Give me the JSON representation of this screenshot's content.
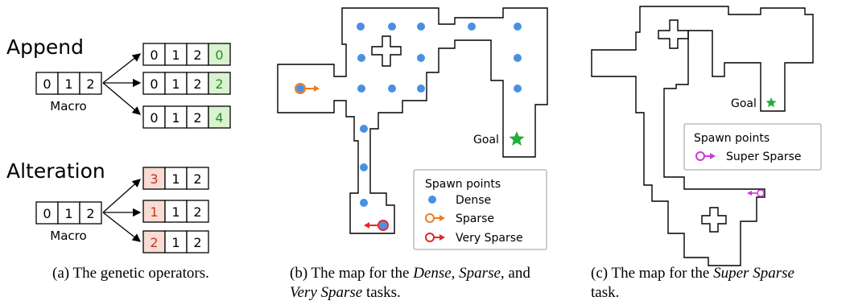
{
  "panel_a": {
    "append_title": "Append",
    "alteration_title": "Alteration",
    "macro_label": "Macro",
    "macro": [
      "0",
      "1",
      "2"
    ],
    "append_results": [
      [
        "0",
        "1",
        "2",
        "0"
      ],
      [
        "0",
        "1",
        "2",
        "2"
      ],
      [
        "0",
        "1",
        "2",
        "4"
      ]
    ],
    "alteration_results": [
      [
        "3",
        "1",
        "2"
      ],
      [
        "1",
        "1",
        "2"
      ],
      [
        "2",
        "1",
        "2"
      ]
    ],
    "append_highlight_color": "#d9f2d0",
    "append_highlight_text_color": "#2a8a2a",
    "alteration_highlight_color": "#f8dcd3",
    "alteration_highlight_text_color": "#c8321c",
    "caption": "(a) The genetic operators."
  },
  "panel_b": {
    "goal_label": "Goal",
    "legend": {
      "title": "Spawn points",
      "dense": "Dense",
      "sparse": "Sparse",
      "very_sparse": "Very Sparse"
    },
    "colors": {
      "dense": "#4a90e2",
      "sparse": "#f07b1d",
      "very_sparse": "#e5262a",
      "goal": "#1fae3b"
    },
    "caption_prefix": "(b) The map for the ",
    "caption_dense": "Dense",
    "caption_sep1": ", ",
    "caption_sparse": "Sparse",
    "caption_sep2": ", and",
    "caption_very_sparse": "Very Sparse",
    "caption_suffix": " tasks."
  },
  "panel_c": {
    "goal_label": "Goal",
    "legend": {
      "title": "Spawn points",
      "super_sparse": "Super Sparse"
    },
    "colors": {
      "super_sparse": "#d035d8",
      "goal": "#1fae3b"
    },
    "caption_prefix": "(c) The map for the ",
    "caption_italic": "Super Sparse",
    "caption_suffix": "task."
  }
}
